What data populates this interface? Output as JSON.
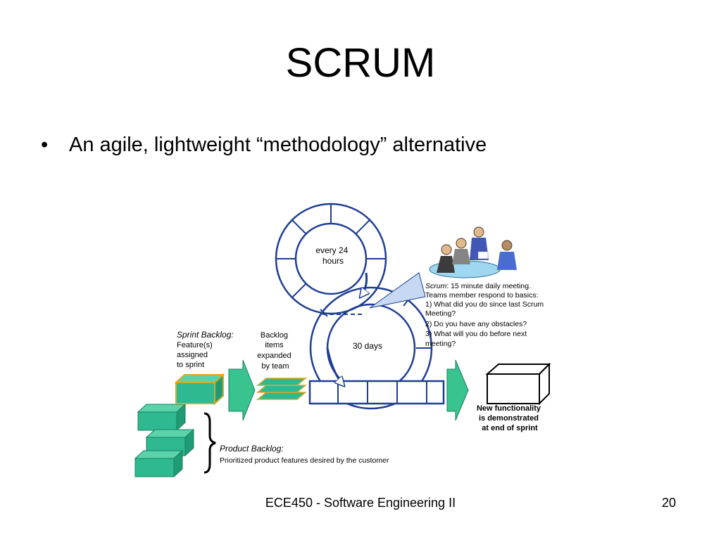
{
  "slide": {
    "title": "SCRUM",
    "bullet": "An agile, lightweight “methodology” alternative"
  },
  "diagram": {
    "daily_cycle_label": [
      "every 24",
      "hours"
    ],
    "sprint_cycle_label": "30 days",
    "sprint_backlog": {
      "title": "Sprint Backlog:",
      "lines": [
        "Feature(s)",
        "assigned",
        "to sprint"
      ]
    },
    "expanded_items": {
      "lines": [
        "Backlog",
        "items",
        "expanded",
        "by team"
      ]
    },
    "scrum_callout": {
      "title": "Scrum",
      "title_rest": ": 15 minute daily meeting.",
      "lines": [
        "Teams member respond to basics:",
        " 1) What did you do since last Scrum",
        "Meeting?",
        " 2) Do you have any obstacles?",
        " 3) What will you do before next",
        "meeting?"
      ]
    },
    "outcome": {
      "lines": [
        "New functionality",
        "is demonstrated",
        "at end of sprint"
      ]
    },
    "product_backlog": {
      "title": "Product Backlog:",
      "subtitle": "Prioritized product features desired by the customer"
    },
    "colors": {
      "cycle_stroke": "#1d3e93",
      "block_fill": "#2eb990",
      "arrow_fill": "#39c38f",
      "sprint_block_border": "#d8a928",
      "callout_fill": "#c6d8f2"
    }
  },
  "footer": {
    "course": "ECE450 - Software Engineering II",
    "page": "20"
  }
}
